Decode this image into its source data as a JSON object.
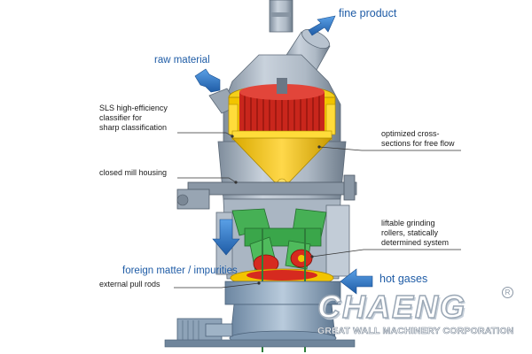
{
  "labels": {
    "fine_product": "fine product",
    "raw_material": "raw material",
    "classifier_1": "SLS high-efficiency",
    "classifier_2": "classifier for",
    "classifier_3": "sharp classification",
    "housing": "closed mill housing",
    "optimized_1": "optimized cross-",
    "optimized_2": "sections for free flow",
    "rollers_1": "liftable grinding",
    "rollers_2": "rollers, statically",
    "rollers_3": "determined system",
    "foreign": "foreign matter / impurities",
    "pull_rods": "external pull rods",
    "hot_gases": "hot gases"
  },
  "logo": {
    "word": "CHAENG",
    "registered": "R",
    "subtitle": "GREAT WALL MACHINERY CORPORATION"
  },
  "colors": {
    "arrow": "#2f77c4",
    "housing": "#a9b5c2",
    "classifier_yellow": "#f2c400",
    "rotor_red": "#d62a1f",
    "roller_green": "#3aa64a",
    "base": "#8fa7bf"
  }
}
